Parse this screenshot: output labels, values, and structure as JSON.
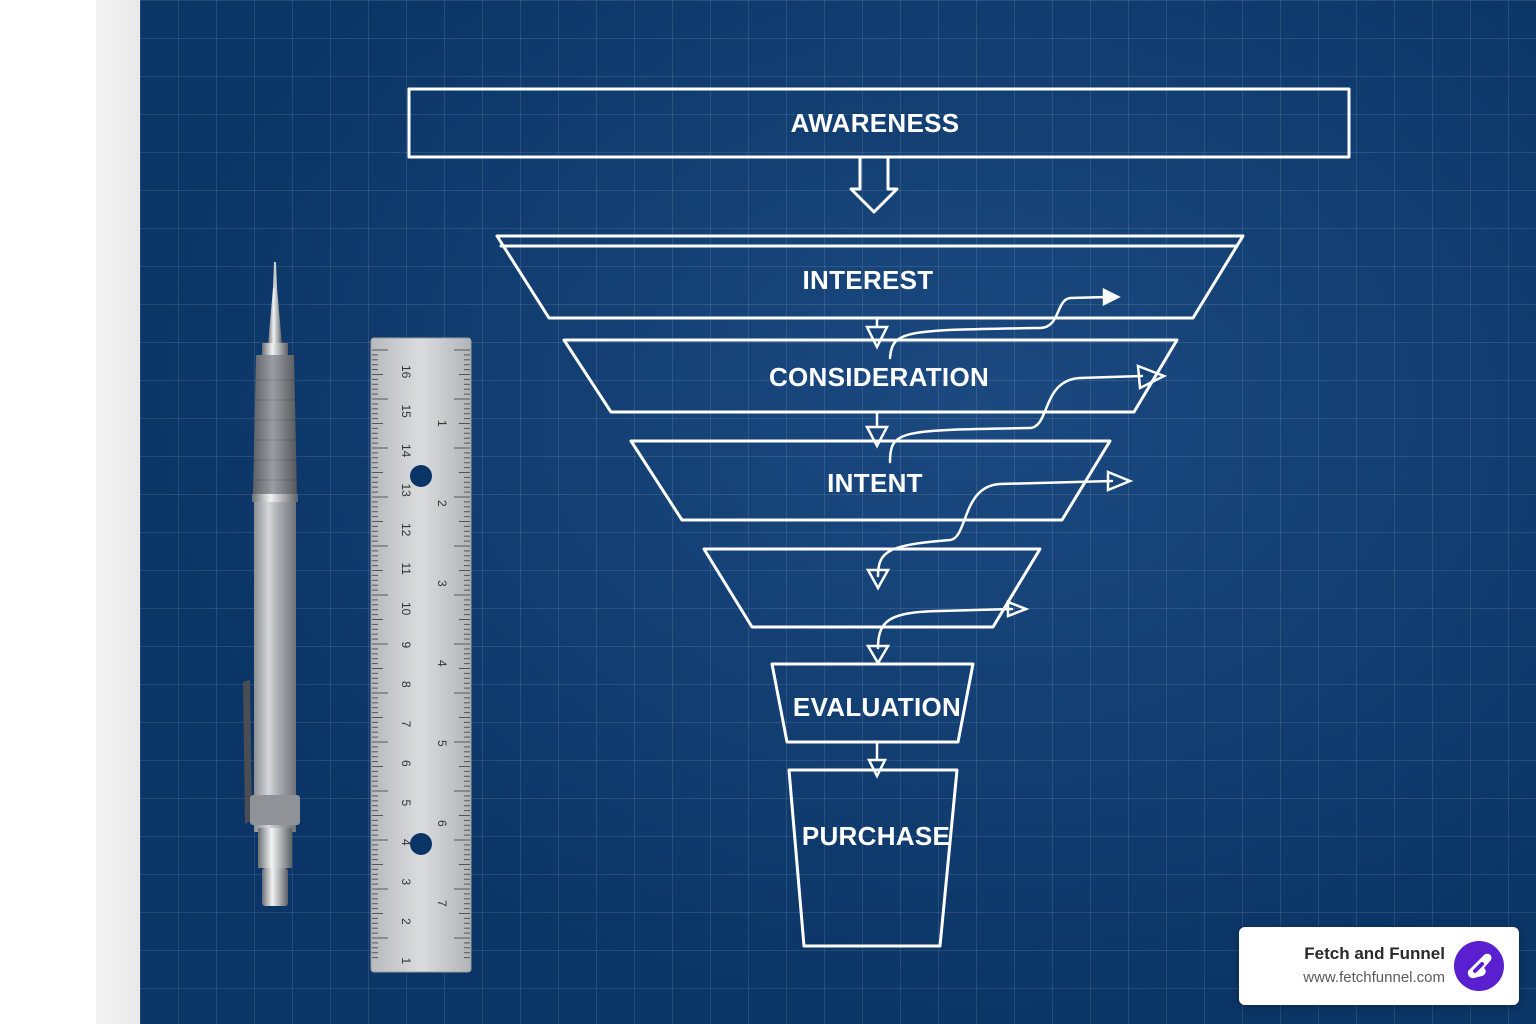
{
  "diagram": {
    "stages": [
      {
        "id": "awareness",
        "label": "AWARENESS"
      },
      {
        "id": "interest",
        "label": "INTEREST"
      },
      {
        "id": "consideration",
        "label": "CONSIDERATION"
      },
      {
        "id": "intent",
        "label": "INTENT"
      },
      {
        "id": "unlabeled",
        "label": ""
      },
      {
        "id": "evaluation",
        "label": "EVALUATION"
      },
      {
        "id": "purchase",
        "label": "PURCHASE"
      }
    ]
  },
  "ruler": {
    "top_numbers": [
      "1",
      "2",
      "3",
      "4",
      "5",
      "6",
      "7"
    ],
    "side_numbers": [
      "16",
      "15",
      "14",
      "13",
      "12",
      "11",
      "10",
      "9",
      "8",
      "7",
      "6",
      "5",
      "4",
      "3",
      "2",
      "1"
    ]
  },
  "brand": {
    "name": "Fetch and Funnel",
    "url": "www.fetchfunnel.com",
    "logo_icon": "paw-funnel-logo-icon",
    "logo_color": "#5a1fcf"
  },
  "colors": {
    "background": "#0b3566",
    "lines": "#ffffff"
  }
}
